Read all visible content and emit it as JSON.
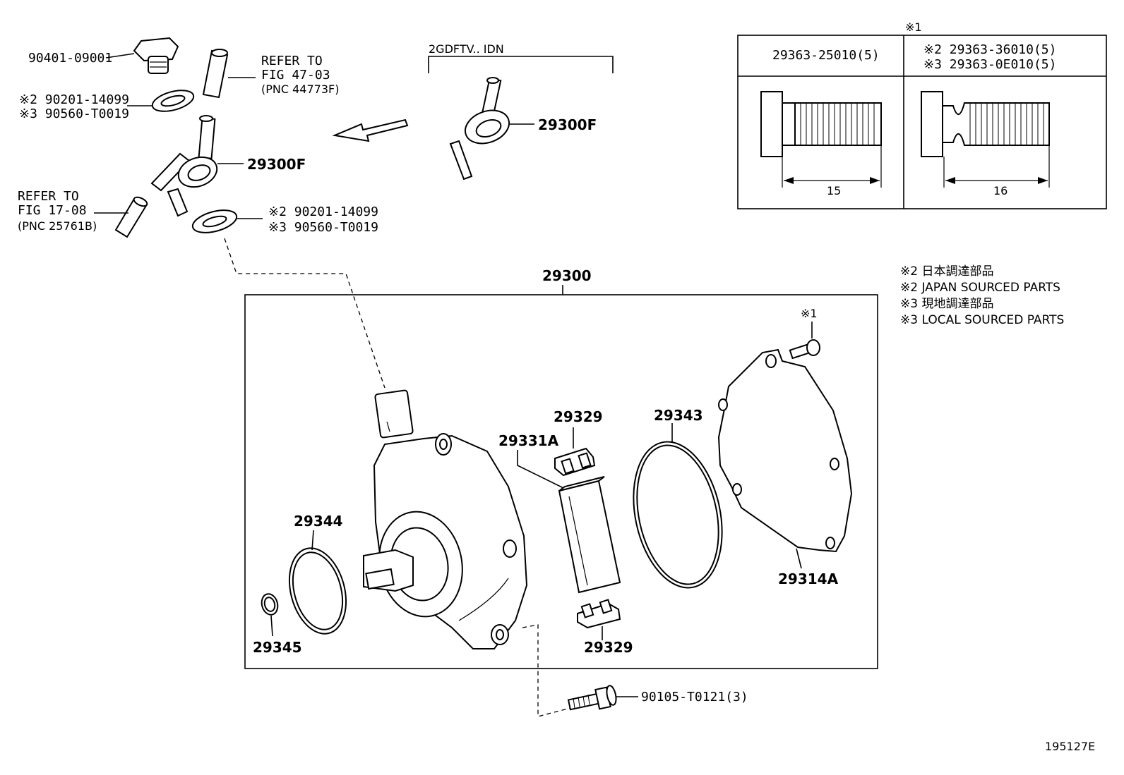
{
  "labels": {
    "plug": "90401-09001",
    "refer_top_1": "REFER TO",
    "refer_top_2": "FIG 47-03",
    "refer_top_3": "(PNC 44773F)",
    "washer_top_1": "※2 90201-14099",
    "washer_top_2": "※3 90560-T0019",
    "union_left": "29300F",
    "refer_left_1": "REFER TO",
    "refer_left_2": "FIG 17-08",
    "refer_left_3": "(PNC 25761B)",
    "washer_bottom_1": "※2 90201-14099",
    "washer_bottom_2": "※3 90560-T0019",
    "variant_header": "2GDFTV.. IDN",
    "union_right": "29300F",
    "assembly": "29300",
    "pump_ring_small": "29345",
    "pump_oring": "29344",
    "vane_cap_top": "29329",
    "vane": "29331A",
    "vane_cap_bottom": "29329",
    "cover_oring": "29343",
    "cover_plate": "29314A",
    "cover_bolt_ref": "※1",
    "mount_bolt": "90105-T0121(3)",
    "figure_id": "195127E"
  },
  "table": {
    "ref_mark": "※1",
    "col1_header": "29363-25010(5)",
    "col2_header_1": "※2 29363-36010(5)",
    "col2_header_2": "※3 29363-0E010(5)",
    "col1_dim": "15",
    "col2_dim": "16"
  },
  "legend": [
    "※2 日本調達部品",
    "※2 JAPAN SOURCED PARTS",
    "※3 現地調達部品",
    "※3 LOCAL SOURCED PARTS"
  ]
}
